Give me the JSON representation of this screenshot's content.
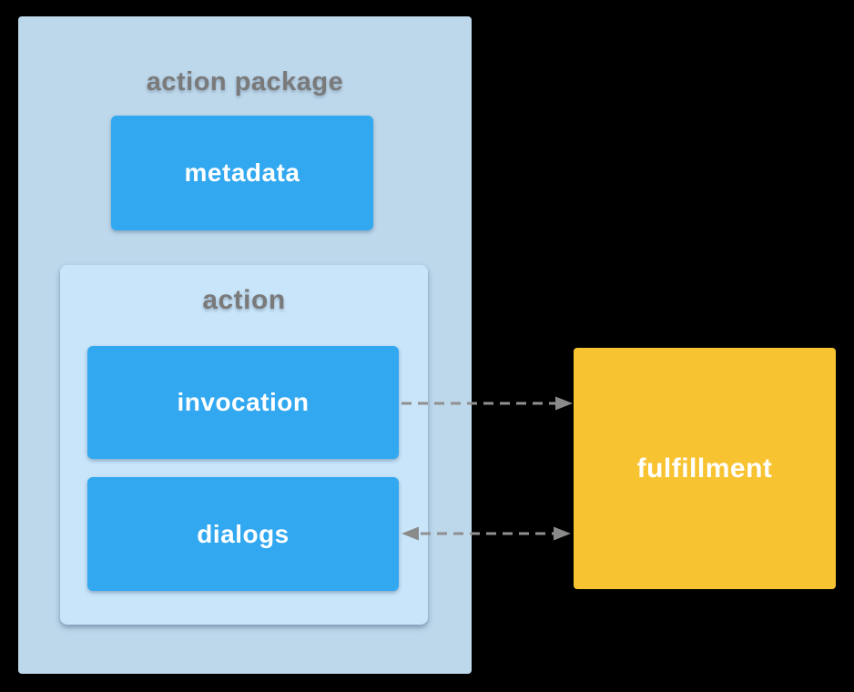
{
  "colors": {
    "background": "#000000",
    "package_fill": "#BDD7EB",
    "action_fill": "#C9E5FA",
    "node_fill": "#31A8F0",
    "fulfillment_fill": "#F7C331",
    "group_title_text": "#7A7A7A",
    "node_text": "#FFFFFF",
    "arrow": "#909090"
  },
  "diagram": {
    "package": {
      "title": "action package",
      "metadata_label": "metadata",
      "action": {
        "title": "action",
        "invocation_label": "invocation",
        "dialogs_label": "dialogs"
      }
    },
    "fulfillment": {
      "label": "fulfillment"
    },
    "edges": [
      {
        "from": "invocation",
        "to": "fulfillment",
        "style": "dashed",
        "direction": "right"
      },
      {
        "from": "dialogs",
        "to": "fulfillment",
        "style": "dashed",
        "direction": "both"
      }
    ]
  }
}
